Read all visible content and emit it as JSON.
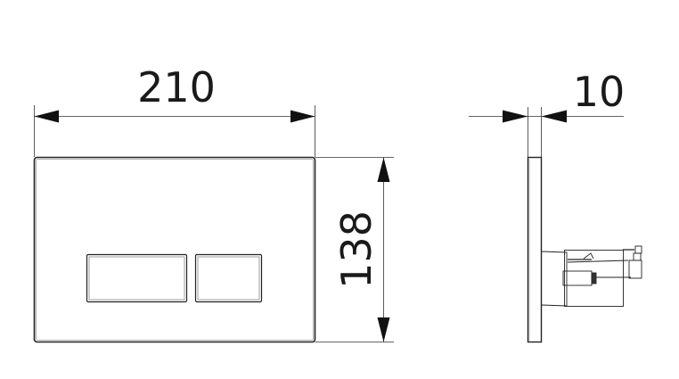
{
  "drawing": {
    "front_view": {
      "width_dimension": "210",
      "height_dimension": "138"
    },
    "side_view": {
      "depth_dimension": "10"
    },
    "colors": {
      "line": "#1a1a1a",
      "light_line": "#777777"
    }
  }
}
